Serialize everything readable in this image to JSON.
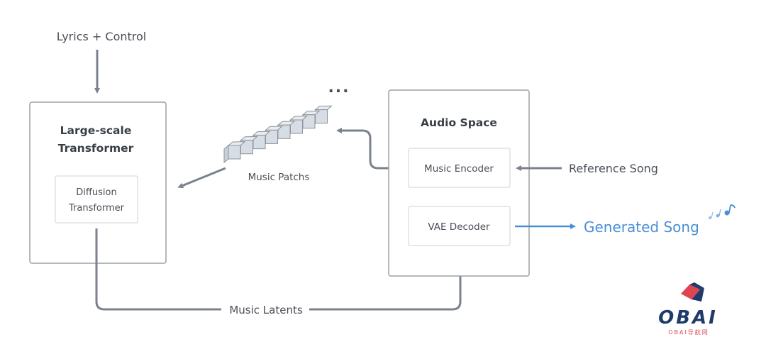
{
  "diagram": {
    "inputs": {
      "lyrics_control": "Lyrics + Control",
      "reference_song": "Reference Song"
    },
    "transformer_block": {
      "title_line1": "Large-scale",
      "title_line2": "Transformer",
      "inner_line1": "Diffusion",
      "inner_line2": "Transformer"
    },
    "patches": {
      "label": "Music Patchs",
      "cube_count": 8,
      "ellipsis": "..."
    },
    "audio_space": {
      "title": "Audio Space",
      "encoder": "Music Encoder",
      "decoder": "VAE Decoder"
    },
    "latents_label": "Music Latents",
    "output": {
      "label": "Generated Song",
      "icon": "music-notes-icon"
    },
    "colors": {
      "line": "#7b828c",
      "box_border": "#9aa0a8",
      "inner_border": "#d6d9dd",
      "accent_blue": "#4a8fd6",
      "cube_face": "#d7dde4"
    }
  },
  "watermark": {
    "brand": "OBAI",
    "subtitle": "OBAI导航网"
  }
}
